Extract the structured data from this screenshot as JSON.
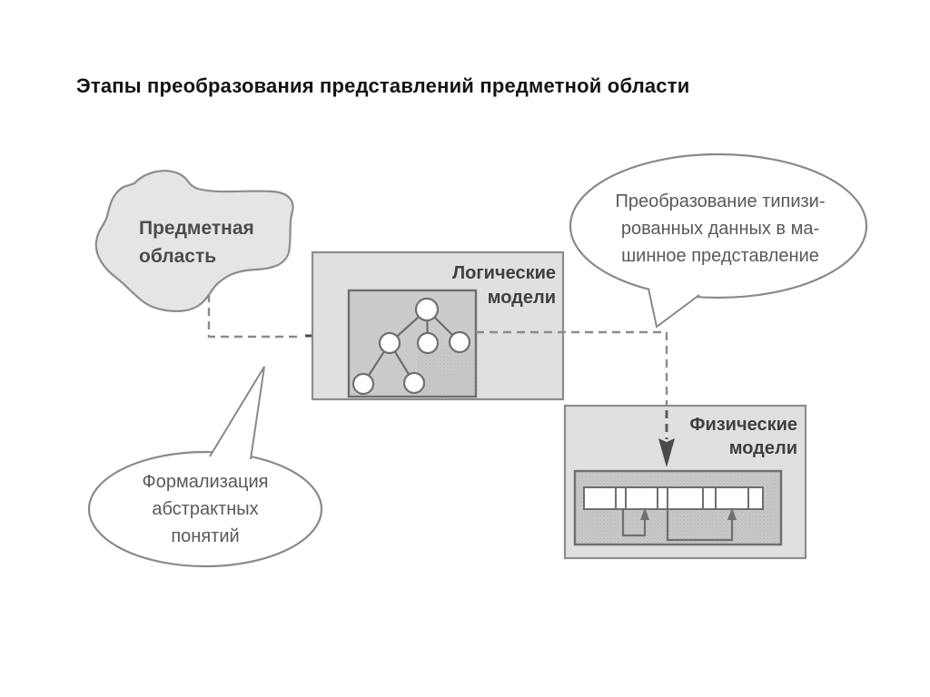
{
  "title": "Этапы преобразования представлений предметной области",
  "blob": {
    "label": "Предметная область",
    "line1": "Предметная",
    "line2": "область"
  },
  "logical": {
    "label": "Логические модели",
    "line1": "Логические",
    "line2": "модели"
  },
  "physical": {
    "label": "Физические модели",
    "line1": "Физические",
    "line2": "модели"
  },
  "callout_transform": {
    "label": "Преобразование типизированных данных в машинное представление",
    "line1": "Преобразование типизи-",
    "line2": "рованных данных в ма-",
    "line3": "шинное представление"
  },
  "callout_formalize": {
    "label": "Формализация абстрактных понятий",
    "line1": "Формализация",
    "line2": "абстрактных",
    "line3": "понятий"
  },
  "colors": {
    "box_fill": "#e0e0de",
    "inner_fill": "#cbcbc9",
    "box_border": "#8c8c8c",
    "inner_border": "#6f6f6f",
    "dashed_line": "#8b8b8b",
    "arrow_dark": "#4a4a4a",
    "bubble_border": "#8a8a8a",
    "text_dark": "#3f3f3f",
    "text_gray": "#595959"
  }
}
